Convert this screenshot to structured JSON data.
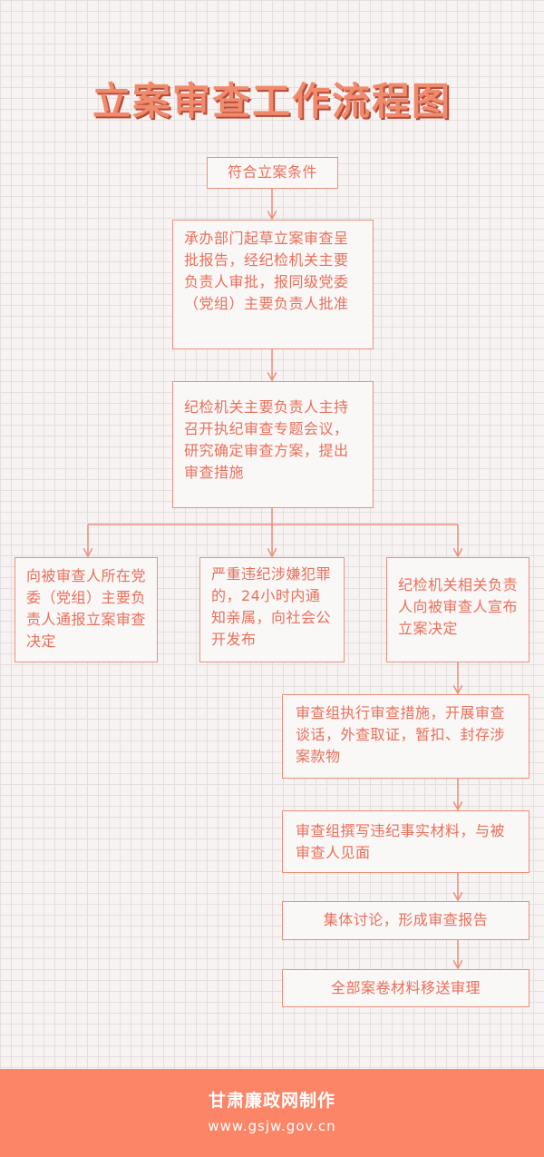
{
  "title": "立案审查工作流程图",
  "steps": {
    "s1": "符合立案条件",
    "s2": "承办部门起草立案审查呈批报告，经纪检机关主要负责人审批，报同级党委（党组）主要负责人批准",
    "s3": "纪检机关主要负责人主持召开执纪审查专题会议，研究确定审查方案，提出审查措施",
    "b1": "向被审查人所在党委（党组）主要负责人通报立案审查决定",
    "b2": "严重违纪涉嫌犯罪的，24小时内通知亲属，向社会公开发布",
    "b3": "纪检机关相关负责人向被审查人宣布立案决定",
    "s4": "审查组执行审查措施，开展审查谈话，外查取证，暂扣、封存涉案款物",
    "s5": "审查组撰写违纪事实材料，与被审查人见面",
    "s6": "集体讨论，形成审查报告",
    "s7": "全部案卷材料移送审理"
  },
  "footer": {
    "maker": "甘肃廉政网制作",
    "url": "www.gsjw.gov.cn"
  },
  "colors": {
    "accent": "#ee8f7a",
    "text": "#e8705a",
    "footer_bg": "#fd8567"
  }
}
